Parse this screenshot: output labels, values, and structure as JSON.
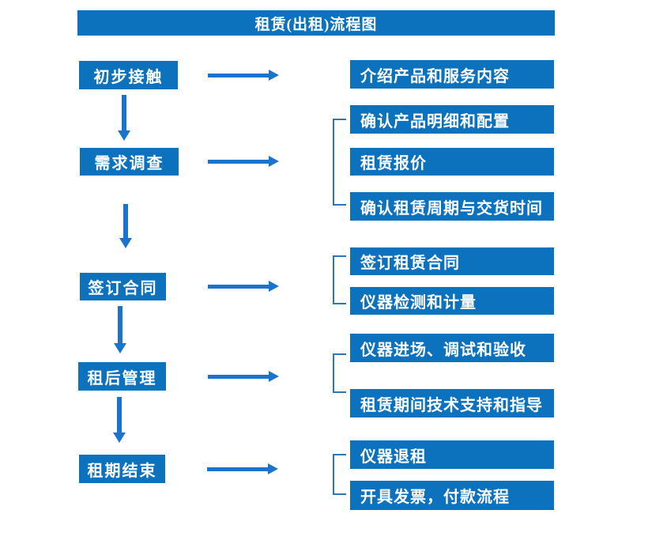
{
  "title": "租赁(出租)流程图",
  "colors": {
    "box_blue": "#0C72BE",
    "arrow_blue": "#1B74CB",
    "bracket_blue": "#2E75B6",
    "text_white": "#FFFFFF"
  },
  "stages": [
    {
      "label": "初步接触",
      "outputs": [
        "介绍产品和服务内容"
      ]
    },
    {
      "label": "需求调查",
      "outputs": [
        "确认产品明细和配置",
        "租赁报价",
        "确认租赁周期与交货时间"
      ]
    },
    {
      "label": "签订合同",
      "outputs": [
        "签订租赁合同",
        "仪器检测和计量"
      ]
    },
    {
      "label": "租后管理",
      "outputs": [
        "仪器进场、调试和验收",
        "租赁期间技术支持和指导"
      ]
    },
    {
      "label": "租期结束",
      "outputs": [
        "仪器退租",
        "开具发票，付款流程"
      ]
    }
  ]
}
